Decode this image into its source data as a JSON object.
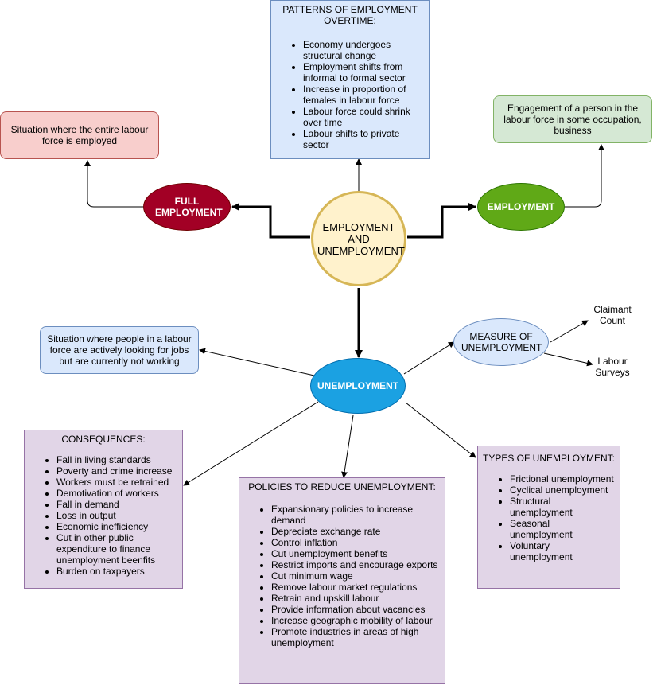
{
  "center": {
    "label": "EMPLOYMENT AND UNEMPLOYMENT"
  },
  "full_employment": {
    "label": "FULL EMPLOYMENT",
    "definition": "Situation where the entire labour force is employed"
  },
  "employment": {
    "label": "EMPLOYMENT",
    "definition": "Engagement of a person in the labour force in some occupation, business"
  },
  "patterns": {
    "title": "PATTERNS OF EMPLOYMENT OVERTIME:",
    "items": [
      "Economy undergoes structural change",
      "Employment shifts from informal to formal sector",
      "Increase in proportion of females in labour force",
      "Labour force could shrink over time",
      "Labour shifts to private sector"
    ]
  },
  "unemployment": {
    "label": "UNEMPLOYMENT",
    "definition": "Situation where people in a labour force are actively looking for jobs but are currently not working"
  },
  "measure": {
    "label": "MEASURE OF UNEMPLOYMENT",
    "claimant": "Claimant Count",
    "surveys": "Labour Surveys"
  },
  "consequences": {
    "title": "CONSEQUENCES:",
    "items": [
      "Fall in living standards",
      "Poverty and crime increase",
      "Workers must be retrained",
      "Demotivation of workers",
      "Fall in demand",
      "Loss in output",
      "Economic inefficiency",
      "Cut in other public expenditure to finance unemployment beenfits",
      "Burden on taxpayers"
    ]
  },
  "policies": {
    "title": "POLICIES TO REDUCE UNEMPLOYMENT:",
    "items": [
      "Expansionary policies to increase demand",
      "Depreciate exchange rate",
      "Control inflation",
      "Cut unemployment benefits",
      "Restrict imports and encourage exports",
      "Cut minimum wage",
      "Remove labour market regulations",
      "Retrain and upskill labour",
      "Provide information about vacancies",
      "Increase geographic mobility of labour",
      "Promote industries in areas of high unemployment"
    ]
  },
  "types": {
    "title": "TYPES OF UNEMPLOYMENT:",
    "items": [
      "Frictional unemployment",
      "Cyclical unemployment",
      "Structural unemployment",
      "Seasonal unemployment",
      "Voluntary unemployment"
    ]
  }
}
